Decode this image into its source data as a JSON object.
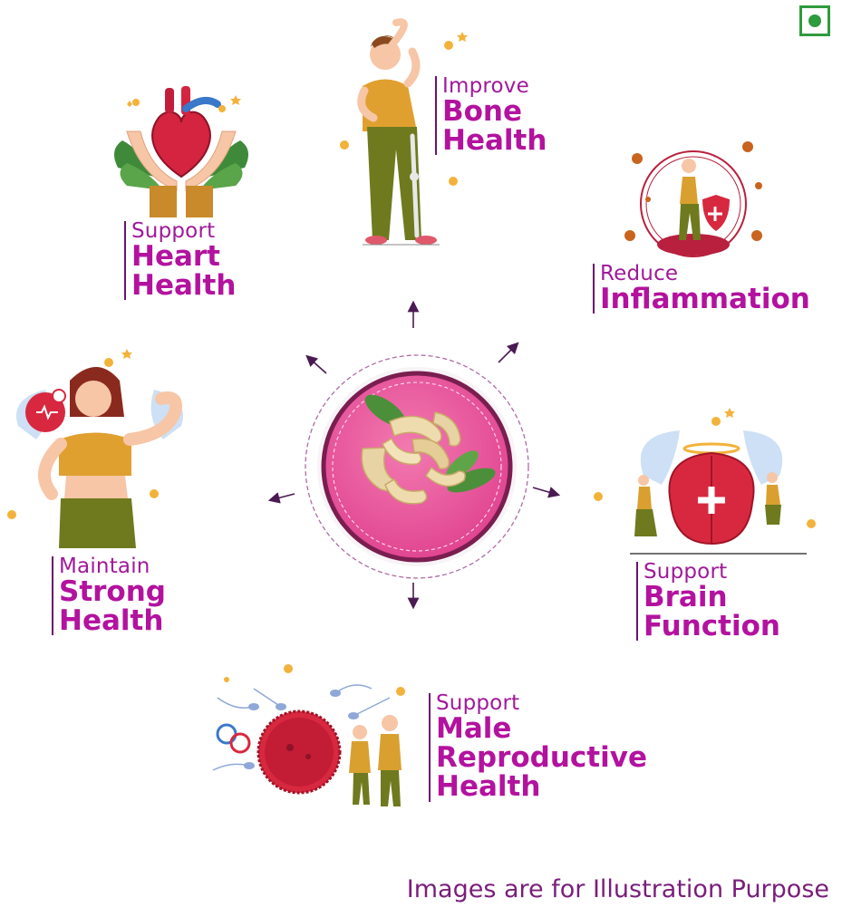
{
  "veg_mark": {
    "color": "#2e9b3d",
    "icon": "veg-symbol-icon"
  },
  "benefits": {
    "heart": {
      "line1": "Support",
      "line2": "Heart",
      "line3": "Health",
      "icon": "heart-in-hands-icon"
    },
    "bone": {
      "line1": "Improve",
      "line2": "Bone",
      "line3": "Health",
      "icon": "stretching-man-icon"
    },
    "inflammation": {
      "line1": "Reduce",
      "line2": "Inflammation",
      "icon": "shielded-woman-icon"
    },
    "strong": {
      "line1": "Maintain",
      "line2": "Strong",
      "line3": "Health",
      "icon": "flexing-woman-icon"
    },
    "brain": {
      "line1": "Support",
      "line2": "Brain",
      "line3": "Function",
      "icon": "brain-icon"
    },
    "reproductive": {
      "line1": "Support",
      "line2": "Male",
      "line3": "Reproductive",
      "line4": "Health",
      "icon": "fertility-couple-icon"
    }
  },
  "center": {
    "icon": "cashew-nuts-icon",
    "accent": "#e64a9c"
  },
  "footer": {
    "note": "Images are for Illustration Purpose"
  }
}
